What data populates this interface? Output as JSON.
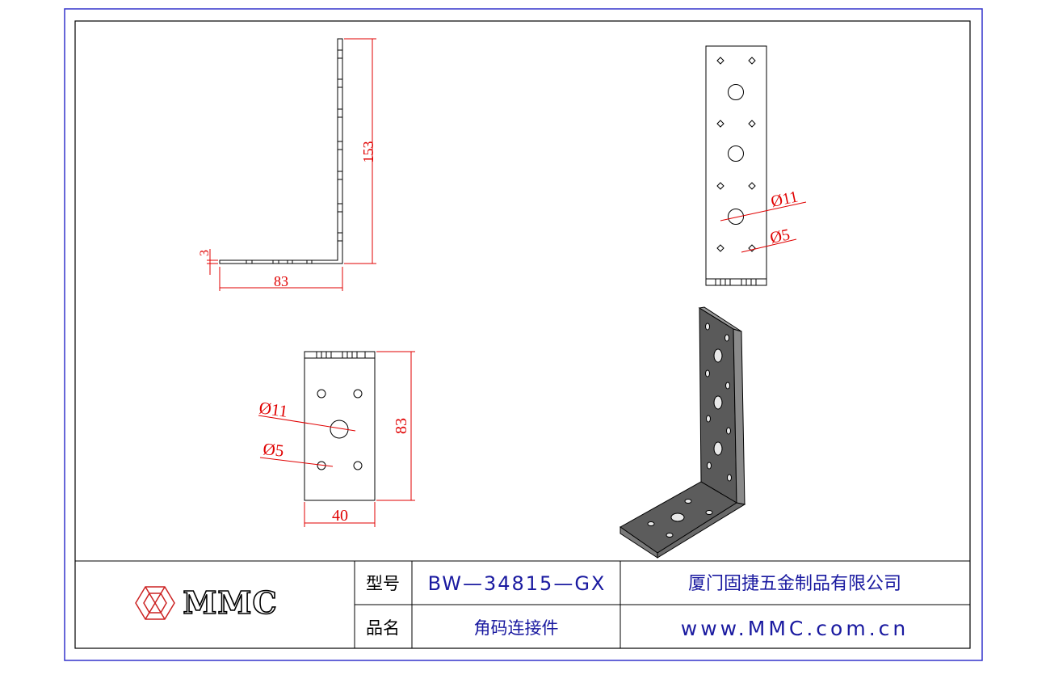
{
  "drawing": {
    "side_view": {
      "height_label": "153",
      "width_label": "83",
      "thickness_label": "3"
    },
    "face_view_top": {
      "large_hole_label": "Ø11",
      "small_hole_label": "Ø5"
    },
    "face_view_bottom": {
      "large_hole_label": "Ø11",
      "small_hole_label": "Ø5",
      "height_label": "83",
      "width_label": "40"
    }
  },
  "title_block": {
    "logo_text": "MMC",
    "model_label": "型号",
    "model_value": "BW—34815—GX",
    "company": "厦门固捷五金制品有限公司",
    "name_label": "品名",
    "name_value": "角码连接件",
    "website": "www.MMC.com.cn"
  },
  "colors": {
    "border_outer": "#3333cc",
    "line": "#000000",
    "dimension": "#e00000",
    "text_blue": "#1a1aa0",
    "plate_fill": "#5a5a5a"
  }
}
